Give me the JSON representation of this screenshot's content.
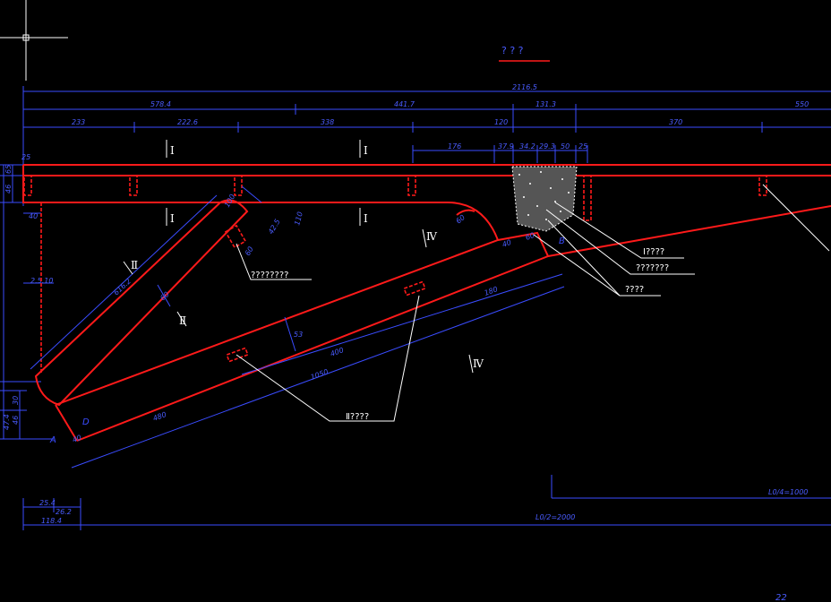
{
  "title": "? ? ?",
  "dims_top": {
    "overall": "2116.5",
    "span_a": "578.4",
    "span_b": "441.7",
    "span_c": "131.3",
    "span_d": "550",
    "seg1": "233",
    "seg2": "222.6",
    "seg3": "338",
    "seg4": "120",
    "seg5": "370"
  },
  "dims_detail": {
    "d176": "176",
    "d379": "37.9",
    "d343": "34.2",
    "d293": "29.3",
    "d50": "50",
    "d25": "25"
  },
  "dims_misc": {
    "left_top": "25",
    "left_v1": "65",
    "left_v2": "46",
    "left_mid": "2.5.10",
    "diag_long": "616.2",
    "diag_w": "60",
    "small_a": "100",
    "small_b": "60",
    "small_c": "42.5",
    "small_d": "110",
    "beam_400": "400",
    "beam_1050": "1050",
    "beam_480": "480",
    "beam_180": "180",
    "beam_53": "53",
    "node_40": "40",
    "node_60": "60",
    "bottom_25": "25.4",
    "bottom_262": "26.2",
    "bottom_1184": "118.4",
    "left_low1": "30",
    "left_low2": "46",
    "left_low3": "47.4",
    "l1_label": "L0/4=1000",
    "l2_label": "L0/2=2000",
    "corner_num": "22"
  },
  "section_marks": {
    "i1": "I",
    "i2": "I",
    "i3": "I",
    "i4": "I",
    "ii1": "Ⅱ",
    "ii2": "Ⅱ",
    "iv1": "Ⅳ",
    "iv2": "Ⅳ"
  },
  "leaders": {
    "l1": "????????",
    "l2": "I????",
    "l3": "???????",
    "l4": "????",
    "l5": "Ⅱ????"
  },
  "points": {
    "a": "A",
    "d": "D",
    "b": "B"
  }
}
